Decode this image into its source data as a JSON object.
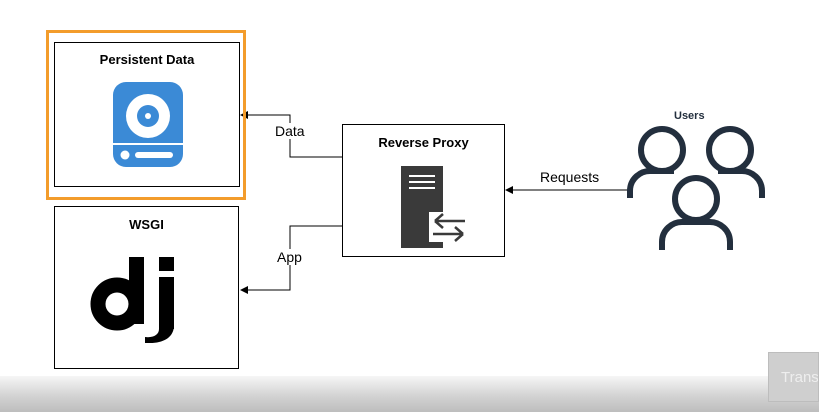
{
  "nodes": {
    "persistent_data": {
      "title": "Persistent Data",
      "icon": "disk-storage-icon"
    },
    "wsgi": {
      "title": "WSGI",
      "icon": "django-logo"
    },
    "reverse_proxy": {
      "title": "Reverse Proxy",
      "icon": "server-icon"
    },
    "users": {
      "title": "Users",
      "icon": "users-icon"
    }
  },
  "edges": {
    "data": "Data",
    "app": "App",
    "requests": "Requests"
  },
  "translate_button": "Trans",
  "colors": {
    "highlight": "#f39c2b",
    "storage_icon": "#3b8ad6",
    "server_icon": "#3a3a3a",
    "users_icon": "#232f3e"
  }
}
